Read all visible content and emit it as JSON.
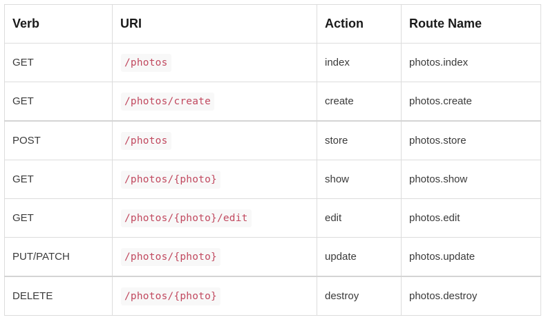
{
  "table": {
    "headers": [
      "Verb",
      "URI",
      "Action",
      "Route Name"
    ],
    "rows": [
      {
        "verb": "GET",
        "uri": "/photos",
        "action": "index",
        "route": "photos.index"
      },
      {
        "verb": "GET",
        "uri": "/photos/create",
        "action": "create",
        "route": "photos.create"
      },
      {
        "verb": "POST",
        "uri": "/photos",
        "action": "store",
        "route": "photos.store"
      },
      {
        "verb": "GET",
        "uri": "/photos/{photo}",
        "action": "show",
        "route": "photos.show"
      },
      {
        "verb": "GET",
        "uri": "/photos/{photo}/edit",
        "action": "edit",
        "route": "photos.edit"
      },
      {
        "verb": "PUT/PATCH",
        "uri": "/photos/{photo}",
        "action": "update",
        "route": "photos.update"
      },
      {
        "verb": "DELETE",
        "uri": "/photos/{photo}",
        "action": "destroy",
        "route": "photos.destroy"
      }
    ]
  },
  "colors": {
    "uri_text": "#c1495f",
    "border": "#dcdcdc",
    "code_bg": "#f8f8f8"
  }
}
